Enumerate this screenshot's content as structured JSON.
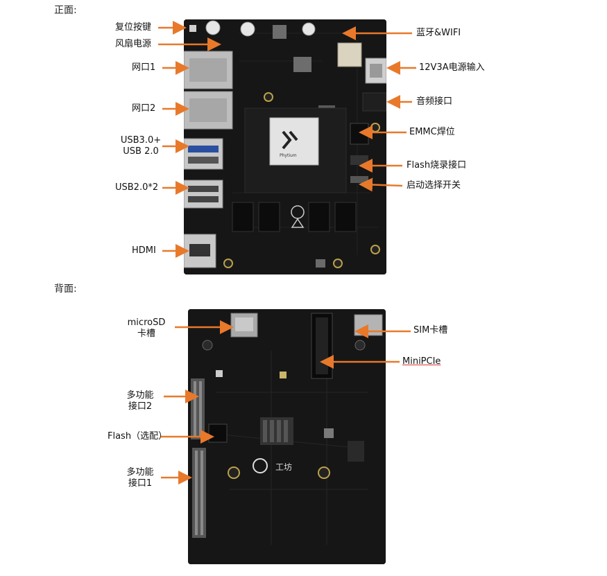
{
  "front": {
    "title": "正面:",
    "labels": {
      "reset": "复位按键",
      "fan": "风扇电源",
      "eth1": "网口1",
      "eth2": "网口2",
      "usb3_a": "USB3.0+",
      "usb3_b": "USB 2.0",
      "usb2": "USB2.0*2",
      "hdmi": "HDMI",
      "bt": "蓝牙&WIFI",
      "power": "12V3A电源输入",
      "audio": "音频接口",
      "emmc": "EMMC焊位",
      "flash_port": "Flash烧录接口",
      "boot": "启动选择开关"
    },
    "chip_text": "Phytium"
  },
  "back": {
    "title": "背面:",
    "labels": {
      "microsd_a": "microSD",
      "microsd_b": "卡槽",
      "multi2_a": "多功能",
      "multi2_b": "接口2",
      "flash_opt": "Flash（选配）",
      "multi1_a": "多功能",
      "multi1_b": "接口1",
      "sim": "SIM卡槽",
      "minipcie": "MiniPCIe"
    },
    "logo_text": "工坊"
  },
  "colors": {
    "arrow": "#e8792a",
    "board": "#151515"
  }
}
